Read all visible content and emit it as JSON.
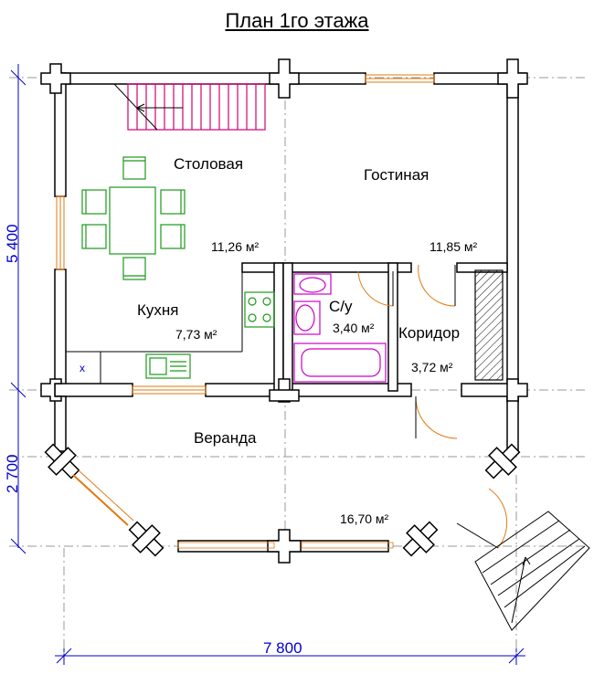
{
  "title": "План 1го этажа",
  "rooms": {
    "dining": "Столовая",
    "living": "Гостиная",
    "kitchen": "Кухня",
    "bathroom": "С/у",
    "corridor": "Коридор",
    "veranda": "Веранда"
  },
  "areas": {
    "dining": "11,26 м²",
    "living": "11,85 м²",
    "kitchen": "7,73 м²",
    "bathroom": "3,40 м²",
    "corridor": "3,72 м²",
    "veranda": "16,70 м²"
  },
  "dimensions": {
    "height_main": "5 400",
    "height_veranda": "2 700",
    "width": "7 800"
  },
  "stove_mark": "x",
  "colors": {
    "wall": "#000000",
    "wall_fill": "#ffffff",
    "window": "#e07a10",
    "stairs": "#d4006e",
    "furniture": "#1a9a1a",
    "plumbing": "#cc00cc",
    "dimension": "#0000cc"
  }
}
